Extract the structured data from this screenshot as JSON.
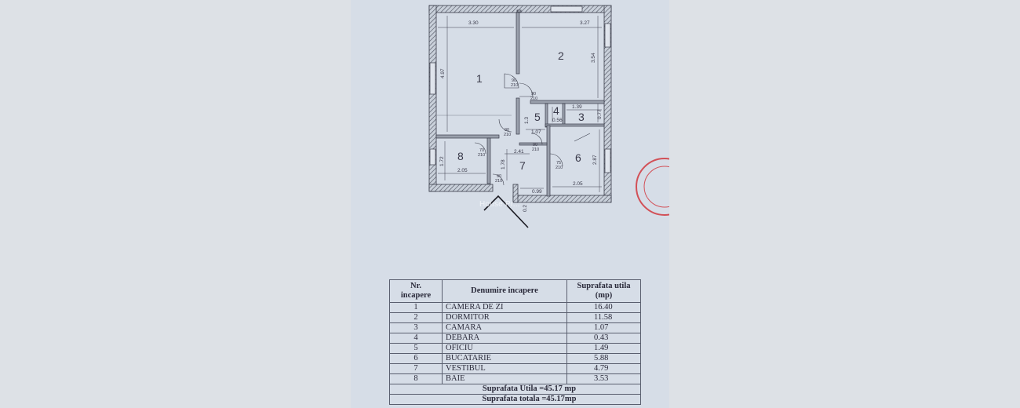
{
  "plan": {
    "dimensions": {
      "d330": "3.30",
      "d327": "3.27",
      "d497": "4.97",
      "d354": "3.54",
      "d139": "1.39",
      "d077": "0.77",
      "d056": "0.56",
      "d107": "1.07",
      "d13": "1.3",
      "d241": "2.41",
      "d178": "1.78",
      "d172": "1.72",
      "d205a": "2.05",
      "d287": "2.87",
      "d205b": "2.05",
      "d099": "0.99",
      "d02": "0.2"
    },
    "rooms": [
      "1",
      "2",
      "3",
      "4",
      "5",
      "6",
      "7",
      "8"
    ],
    "doors": {
      "d1": {
        "w": "90",
        "h": "210"
      },
      "d2": {
        "w": "90",
        "h": "210"
      },
      "d3": {
        "w": "90",
        "h": "210"
      },
      "d4": {
        "w": "90",
        "h": "210"
      },
      "d5": {
        "w": "75",
        "h": "210"
      },
      "d6": {
        "w": "70",
        "h": "210"
      },
      "d7": {
        "w": "90",
        "h": "210"
      }
    },
    "watermark": "House Pr..."
  },
  "table": {
    "headers": [
      "Nr.\nincapere",
      "Denumire incapere",
      "Suprafata utila\n(mp)"
    ],
    "rows": [
      {
        "nr": "1",
        "name": "CAMERA DE ZI",
        "area": "16.40"
      },
      {
        "nr": "2",
        "name": "DORMITOR",
        "area": "11.58"
      },
      {
        "nr": "3",
        "name": "CAMARA",
        "area": "1.07"
      },
      {
        "nr": "4",
        "name": "DEBARA",
        "area": "0.43"
      },
      {
        "nr": "5",
        "name": "OFICIU",
        "area": "1.49"
      },
      {
        "nr": "6",
        "name": "BUCATARIE",
        "area": "5.88"
      },
      {
        "nr": "7",
        "name": "VESTIBUL",
        "area": "4.79"
      },
      {
        "nr": "8",
        "name": "BAIE",
        "area": "3.53"
      }
    ],
    "total_util": "Suprafata Utila =45.17 mp",
    "total_totala": "Suprafata totala =45.17mp"
  },
  "colors": {
    "paper": "#d6dde7",
    "background": "#dde1e6",
    "ink": "#3a3a4a",
    "stamp": "#d2383f",
    "stamp_blue": "#3a55b8"
  }
}
